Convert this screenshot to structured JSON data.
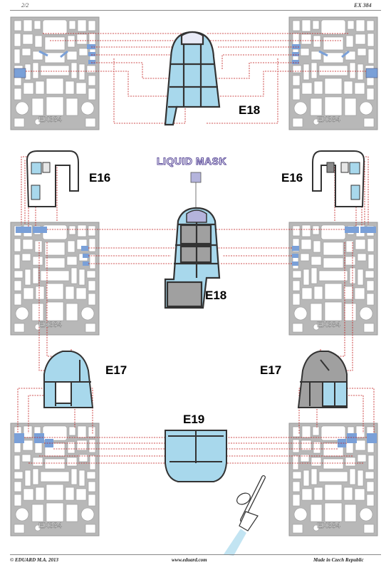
{
  "header": {
    "page": "2/2",
    "code": "EX 384"
  },
  "footer": {
    "copyright": "© EDUARD  M.A. 2013",
    "website": "www.eduard.com",
    "origin": "Made in Czech Republic"
  },
  "sheet_label": "EX384",
  "labels": {
    "e18_top": "E18",
    "e16_left": "E16",
    "e16_right": "E16",
    "e18_mid": "E18",
    "e17_left": "E17",
    "e17_right": "E17",
    "e19": "E19",
    "liquid_mask": "LIQUID MASK"
  },
  "colors": {
    "mask_blue": "#a8d8ec",
    "sheet_grey": "#b8b8b8",
    "frame_grey": "#8a8a8a",
    "leader_red": "#c01818",
    "liquid_mask": "#b4b4dc"
  }
}
